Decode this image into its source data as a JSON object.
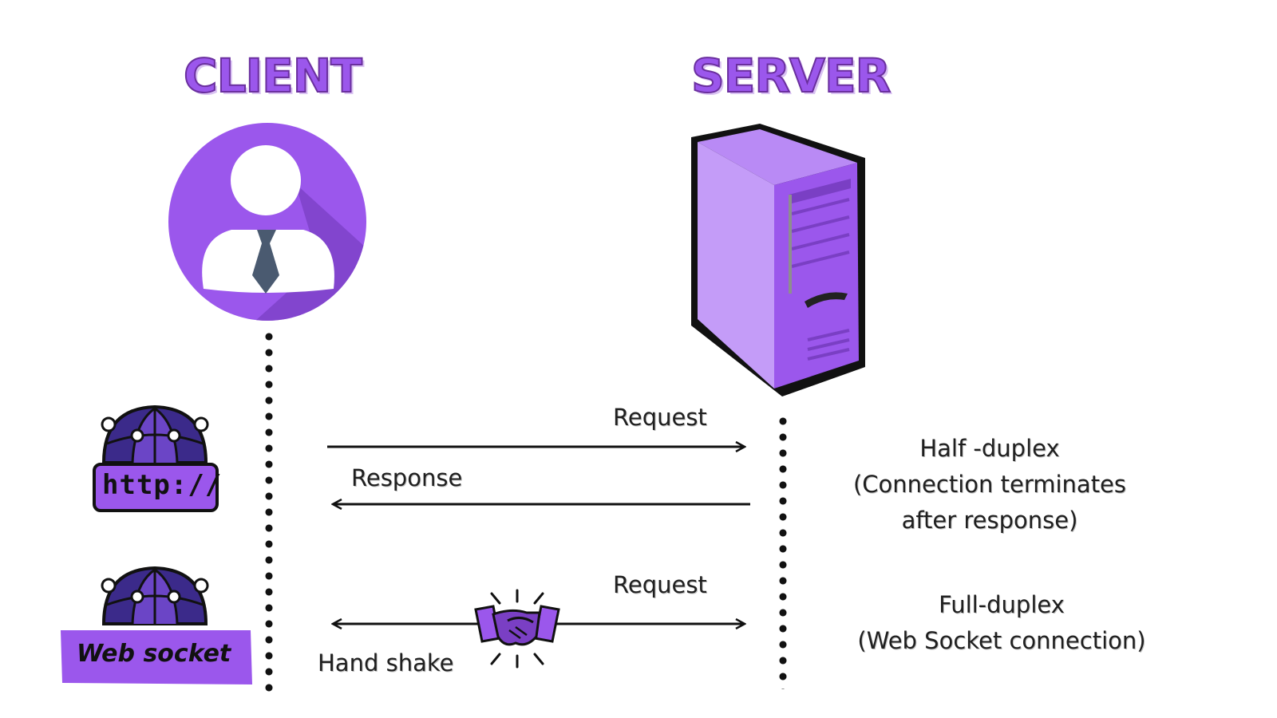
{
  "titles": {
    "client": "CLIENT",
    "server": "SERVER"
  },
  "badges": {
    "http": "http://",
    "websocket": "Web socket"
  },
  "http_exchange": {
    "request_label": "Request",
    "response_label": "Response",
    "note_lines": [
      "Half -duplex",
      "(Connection terminates",
      "after response)"
    ]
  },
  "websocket_exchange": {
    "request_label": "Request",
    "handshake_label": "Hand shake",
    "note_lines": [
      "Full-duplex",
      "(Web Socket connection)"
    ]
  },
  "icons": {
    "client": "user-avatar-icon",
    "server": "server-tower-icon",
    "globe": "globe-icon",
    "handshake": "handshake-icon"
  },
  "colors": {
    "purple": "#9b57ec",
    "purple_dark": "#6a2f9e",
    "globe_blue": "#3b2a8a",
    "tie": "#4a5a70"
  }
}
